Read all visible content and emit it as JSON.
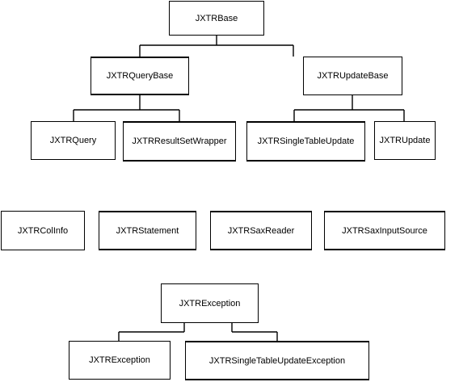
{
  "diagram": {
    "nodes": {
      "jxtr_base": "JXTRBase",
      "jxtr_query_base": "JXTRQueryBase",
      "jxtr_update_base": "JXTRUpdateBase",
      "jxtr_query": "JXTRQuery",
      "jxtr_result_set_wrapper": "JXTRResultSetWrapper",
      "jxtr_single_table_update": "JXTRSingleTableUpdate",
      "jxtr_update": "JXTRUpdate",
      "jxtr_col_info": "JXTRColInfo",
      "jxtr_statement": "JXTRStatement",
      "jxtr_sax_reader": "JXTRSaxReader",
      "jxtr_sax_input_source": "JXTRSaxInputSource",
      "jxtr_exception_parent": "JXTRException",
      "jxtr_exception_child": "JXTRException",
      "jxtr_single_table_update_exception": "JXTRSingleTableUpdateException"
    },
    "edges": [
      [
        "jxtr_base",
        "jxtr_query_base"
      ],
      [
        "jxtr_base",
        "jxtr_update_base"
      ],
      [
        "jxtr_query_base",
        "jxtr_query"
      ],
      [
        "jxtr_query_base",
        "jxtr_result_set_wrapper"
      ],
      [
        "jxtr_update_base",
        "jxtr_single_table_update"
      ],
      [
        "jxtr_update_base",
        "jxtr_update"
      ],
      [
        "jxtr_exception_parent",
        "jxtr_exception_child"
      ],
      [
        "jxtr_exception_parent",
        "jxtr_single_table_update_exception"
      ]
    ]
  }
}
